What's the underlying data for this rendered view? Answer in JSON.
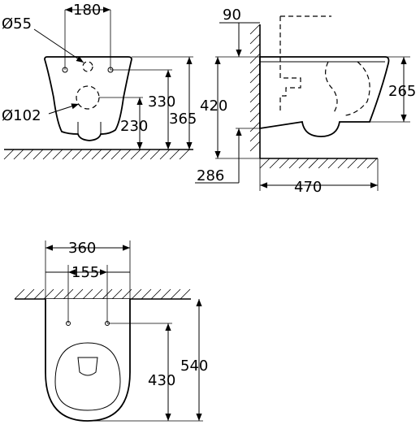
{
  "dimensions": {
    "front": {
      "hole_diameter": "Ø55",
      "hole_spacing": "180",
      "outlet_diameter": "Ø102",
      "inlet_height": "330",
      "outlet_height": "230",
      "total_height": "365"
    },
    "side": {
      "wall_offset": "90",
      "height": "420",
      "bowl_height": "265",
      "outlet_depth": "286",
      "length": "470"
    },
    "top": {
      "width": "360",
      "bolt_spacing": "155",
      "length": "540",
      "bolt_to_front": "430"
    }
  }
}
